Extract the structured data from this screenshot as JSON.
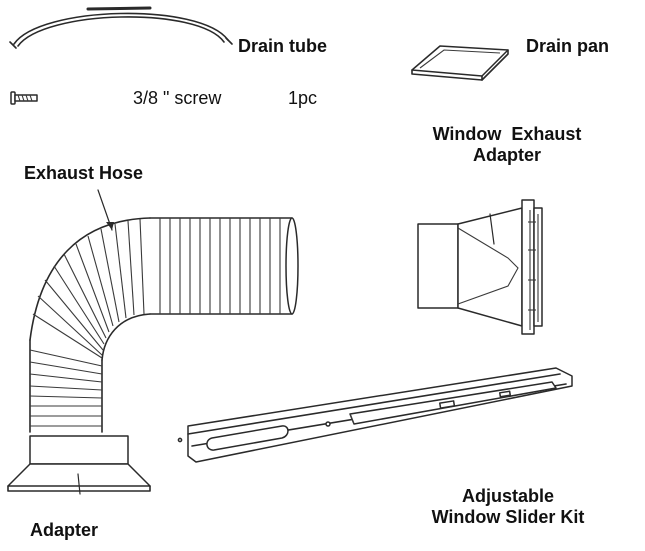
{
  "labels": {
    "drain_tube": "Drain tube",
    "drain_pan": "Drain pan",
    "screw_size": "3/8 \" screw",
    "screw_qty": "1pc",
    "exhaust_hose": "Exhaust Hose",
    "window_exhaust_adapter_line1": "Window  Exhaust",
    "window_exhaust_adapter_line2": "Adapter",
    "adapter": "Adapter",
    "slider_kit_line1": "Adjustable",
    "slider_kit_line2": "Window Slider Kit"
  },
  "colors": {
    "line": "#2a2a2a",
    "background": "#ffffff"
  }
}
